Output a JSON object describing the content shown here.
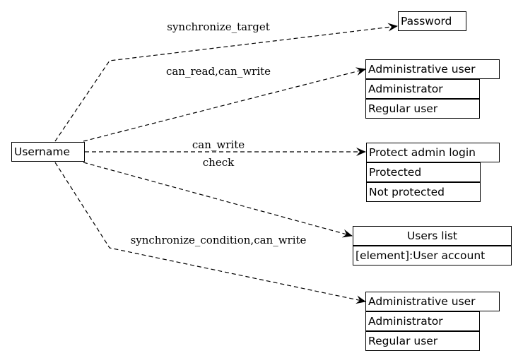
{
  "source_node": {
    "label": "Username"
  },
  "target_nodes": {
    "password": {
      "label": "Password"
    },
    "admin_user_1": {
      "title": "Administrative user",
      "options": [
        "Administrator",
        "Regular user"
      ]
    },
    "protect_admin_login": {
      "title": "Protect admin login",
      "options": [
        "Protected",
        "Not protected"
      ]
    },
    "users_list": {
      "title": "Users list",
      "element": "[element]:User account"
    },
    "admin_user_2": {
      "title": "Administrative user",
      "options": [
        "Administrator",
        "Regular user"
      ]
    }
  },
  "edges": {
    "to_password": "synchronize_target",
    "to_admin_user_1": "can_read,can_write",
    "to_protect_admin_login": "can_write",
    "to_users_list": "check",
    "to_admin_user_2": "synchronize_condition,can_write"
  }
}
